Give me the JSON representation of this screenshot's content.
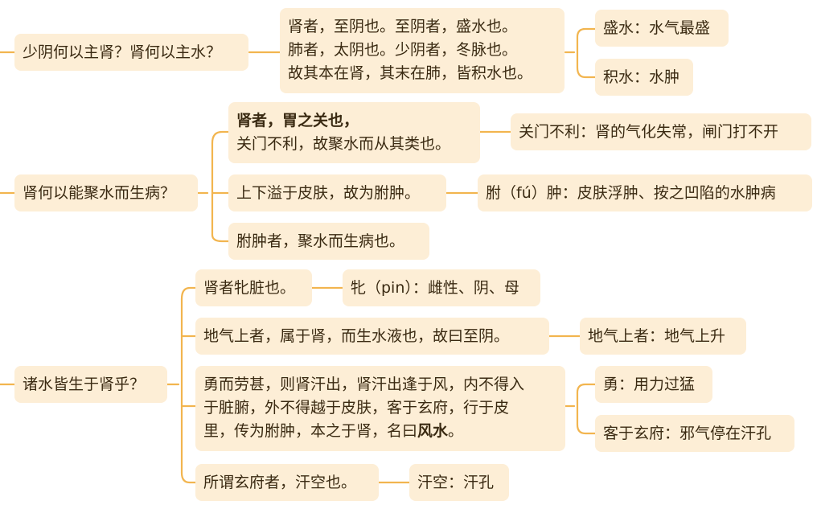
{
  "colors": {
    "node_fill": "#fdeed6",
    "connector": "#f2b54f",
    "text": "#3a2a12"
  },
  "section1": {
    "root": "少阴何以主肾？肾何以主水？",
    "text_lines": [
      "肾者，至阴也。至阴者，盛水也。",
      "肺者，太阴也。少阴者，冬脉也。",
      "故其本在肾，其末在肺，皆积水也。"
    ],
    "notes": [
      "盛水：水气最盛",
      "积水：水肿"
    ]
  },
  "section2": {
    "root": "肾何以能聚水而生病？",
    "items": [
      {
        "bold_line": "肾者，胃之关也，",
        "line": "关门不利，故聚水而从其类也。",
        "note": "关门不利：肾的气化失常，闸门打不开"
      },
      {
        "line": "上下溢于皮肤，故为胕肿。",
        "note": "胕（fú）肿：皮肤浮肿、按之凹陷的水肿病"
      },
      {
        "line": "胕肿者，聚水而生病也。"
      }
    ]
  },
  "section3": {
    "root": "诸水皆生于肾乎？",
    "items": [
      {
        "line": "肾者牝脏也。",
        "note": "牝（pin）：雌性、阴、母"
      },
      {
        "line": "地气上者，属于肾，而生水液也，故曰至阴。",
        "note": "地气上者：地气上升"
      },
      {
        "lines": [
          "勇而劳甚，则肾汗出，肾汗出逢于风，内不得入",
          "于脏腑，外不得越于皮肤，客于玄府，行于皮",
          "里，传为胕肿，本之于肾，名曰"
        ],
        "bold_tail": "风水",
        "tail_end": "。",
        "notes": [
          "勇：用力过猛",
          "客于玄府：邪气停在汗孔"
        ]
      },
      {
        "line": "所谓玄府者，汗空也。",
        "note": "汗空：汗孔"
      }
    ]
  }
}
